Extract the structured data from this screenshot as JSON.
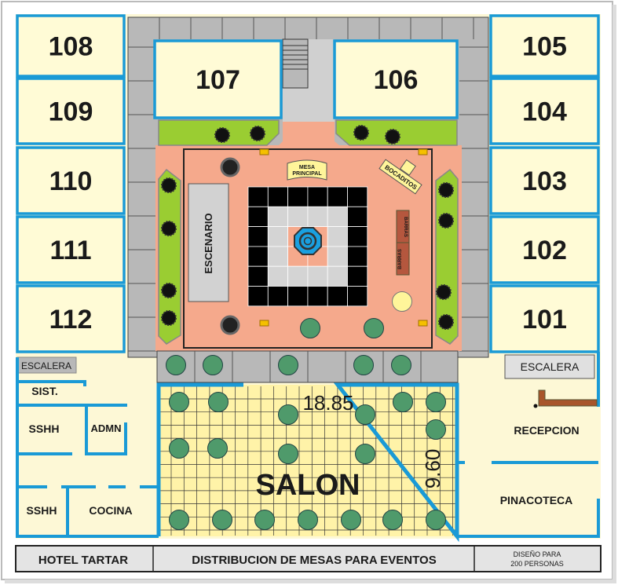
{
  "rooms": {
    "left": [
      "108",
      "109",
      "110",
      "111",
      "112"
    ],
    "right": [
      "105",
      "104",
      "103",
      "102",
      "101"
    ],
    "top_left": "107",
    "top_right": "106"
  },
  "courtyard": {
    "stage": "ESCENARIO",
    "head_table": "MESA PRINCIPAL",
    "head_table_line1": "MESA",
    "head_table_line2": "PRINCIPAL",
    "snacks": "BOCADITOS",
    "bars": [
      "BARRAS",
      "BARRAS"
    ]
  },
  "salon": {
    "name": "SALON",
    "width_m": "18.85",
    "height_m": "9.60"
  },
  "left_wing": {
    "stairs": "ESCALERA",
    "systems": "SIST.",
    "restroom_1": "SSHH",
    "admin": "ADMN",
    "restroom_2": "SSHH",
    "kitchen": "COCINA"
  },
  "right_wing": {
    "stairs": "ESCALERA",
    "reception": "RECEPCION",
    "gallery": "PINACOTECA"
  },
  "title_block": {
    "hotel": "HOTEL TARTAR",
    "title": "DISTRIBUCION DE MESAS PARA EVENTOS",
    "design_line1": "DISEÑO PARA",
    "design_line2": "200 PERSONAS"
  },
  "colors": {
    "wall": "#1a9ad6",
    "floor": "#fdf8d6",
    "courtyard": "#f5a98c",
    "garden": "#9acd32",
    "table": "#4f9a6b",
    "paving": "#b8b8b8"
  }
}
